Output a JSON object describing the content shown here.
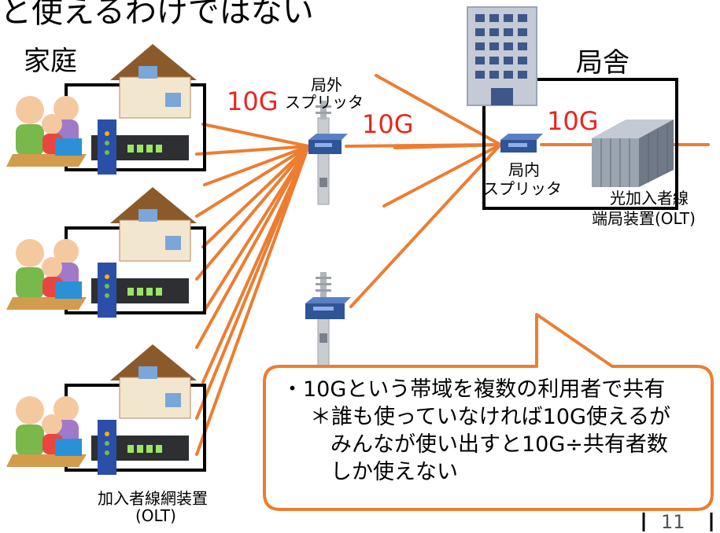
{
  "header_text": "と使えるわけではない",
  "labels": {
    "home": "家庭",
    "station": "局舎",
    "outdoor_splitter_line1": "局外",
    "outdoor_splitter_line2": "スプリッタ",
    "indoor_splitter_line1": "局内",
    "indoor_splitter_line2": "スプリッタ",
    "olt_line1": "光加入者線",
    "olt_line2": "端局装置(OLT)",
    "onu_line1": "加入者線網装置",
    "onu_line2": "(OLT)",
    "speed_left": "10G",
    "speed_mid": "10G",
    "speed_right": "10G"
  },
  "callout": {
    "line1": "・10Gという帯域を複数の利用者で共有",
    "line2": "＊誰も使っていなければ10G使えるが",
    "line3": "みんなが使い出すと10G÷共有者数",
    "line4": "しか使えない"
  },
  "page_number": "11",
  "colors": {
    "fiber": "#ed7d31",
    "speed_text": "#e8261e",
    "callout_border": "#ed7d31",
    "building": "#9aa5b8",
    "server": "#8d96a3",
    "splitter": "#2f5597"
  }
}
